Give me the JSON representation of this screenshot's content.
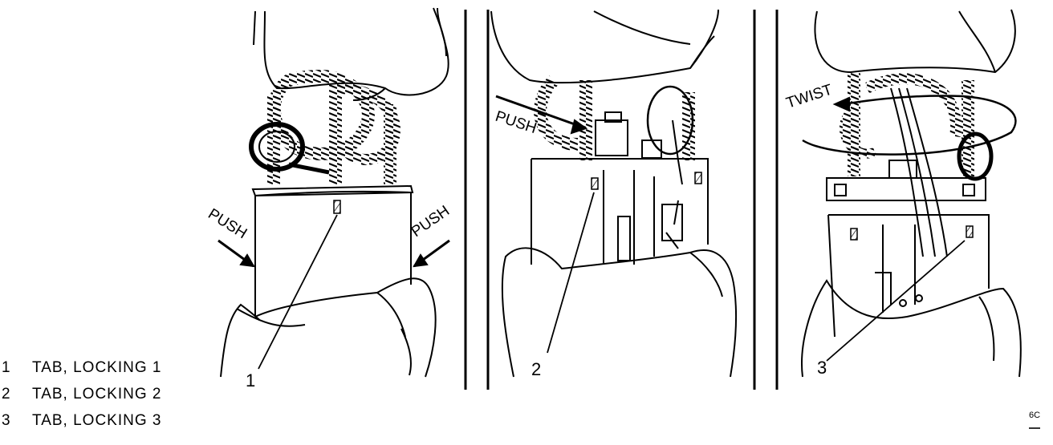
{
  "legend": [
    {
      "num": "1",
      "text": "TAB, LOCKING 1"
    },
    {
      "num": "2",
      "text": "TAB, LOCKING 2"
    },
    {
      "num": "3",
      "text": "TAB, LOCKING 3"
    }
  ],
  "panels": [
    {
      "callout": "1",
      "labels": [
        "PUSH",
        "PUSH"
      ]
    },
    {
      "callout": "2",
      "labels": [
        "PUSH"
      ]
    },
    {
      "callout": "3",
      "labels": [
        "TWIST"
      ]
    }
  ],
  "figure_code": "6C"
}
